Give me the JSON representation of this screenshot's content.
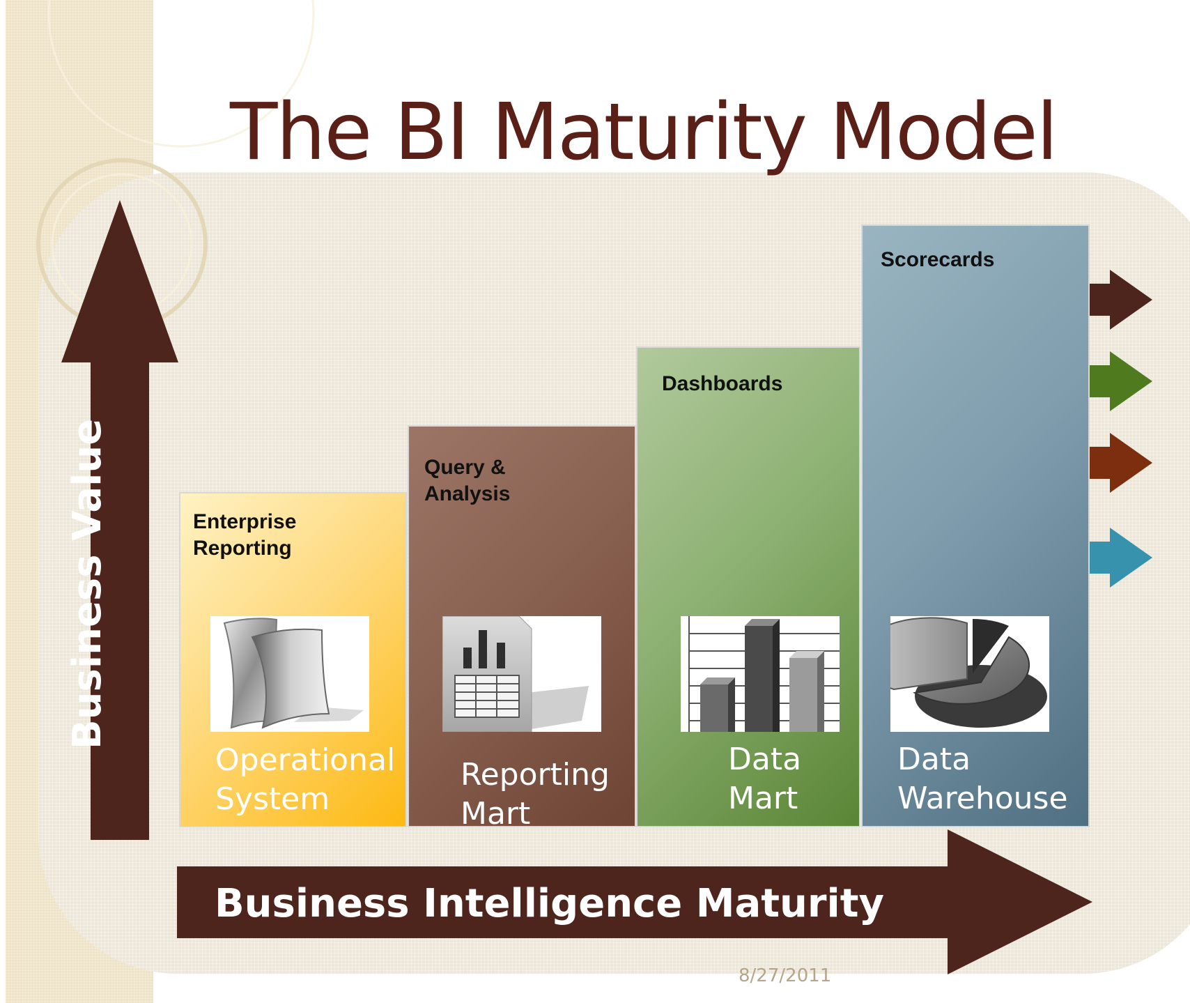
{
  "title": "The BI Maturity Model",
  "axes": {
    "y_label": "Business Value",
    "x_label": "Business Intelligence Maturity"
  },
  "stages": [
    {
      "tool": "Enterprise\nReporting",
      "name": "Operational\nSystem",
      "icon": "folders-icon",
      "color": "#fcc84a"
    },
    {
      "tool": "Query &\nAnalysis",
      "name": "Reporting\nMart",
      "icon": "report-document-icon",
      "color": "#7d5547"
    },
    {
      "tool": "Dashboards",
      "name": "Data\nMart",
      "icon": "bar-chart-icon",
      "color": "#7ea062"
    },
    {
      "tool": "Scorecards",
      "name": "Data\nWarehouse",
      "icon": "pie-chart-icon",
      "color": "#6f8fa1"
    }
  ],
  "side_arrows": [
    {
      "icon": "arrow-right-icon",
      "color": "#4e251d"
    },
    {
      "icon": "arrow-right-icon",
      "color": "#4f7a1e"
    },
    {
      "icon": "arrow-right-icon",
      "color": "#7c2e0e"
    },
    {
      "icon": "arrow-right-icon",
      "color": "#3792ad"
    }
  ],
  "footer": {
    "date": "8/27/2011"
  }
}
